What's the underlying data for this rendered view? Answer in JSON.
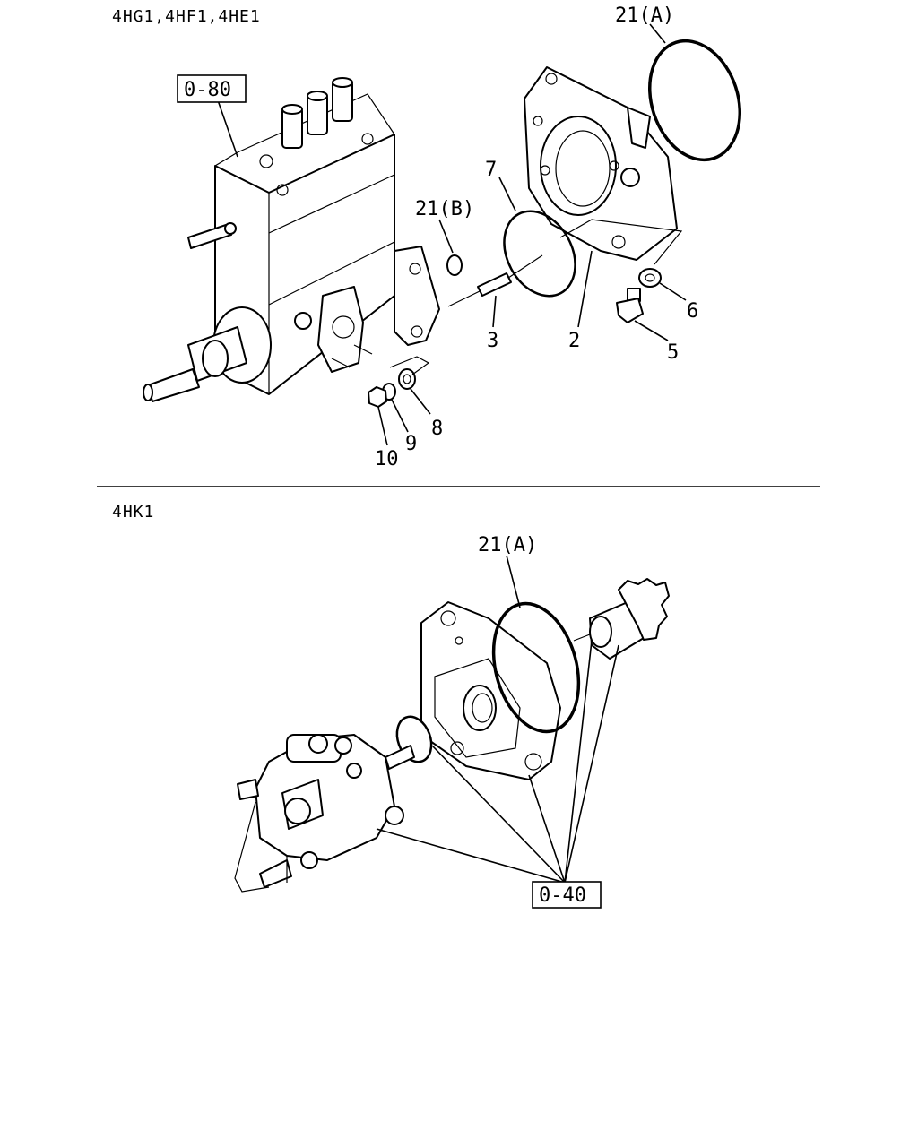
{
  "top": {
    "heading": "4HG1,4HF1,4HE1",
    "ref_box": "0-80",
    "labels": {
      "o_ring_a": "21(A)",
      "o_ring_b": "21(B)",
      "o_ring_7": "7",
      "stud": "3",
      "housing": "2",
      "washer_6": "6",
      "plug_5": "5",
      "washer_8": "8",
      "lock_washer_9": "9",
      "nut_10": "10"
    }
  },
  "bottom": {
    "heading": "4HK1",
    "ref_box": "0-40",
    "labels": {
      "o_ring_a": "21(A)"
    }
  }
}
